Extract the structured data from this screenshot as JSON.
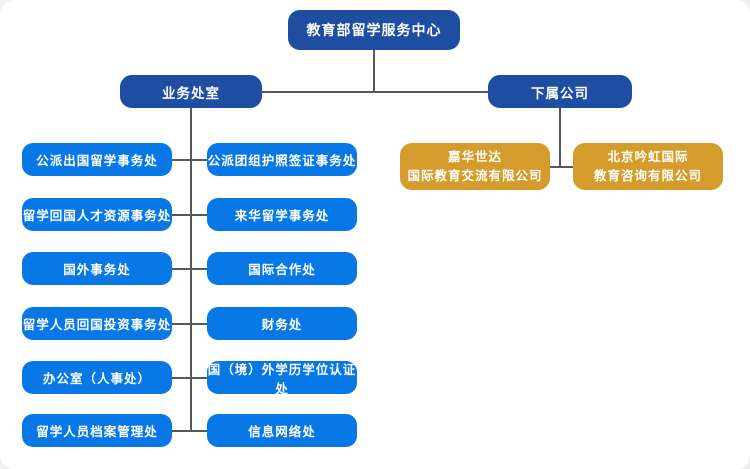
{
  "colors": {
    "dark_blue": "#1e4da2",
    "bright_blue": "#0878e6",
    "orange": "#d59b2b",
    "connector": "#55595e",
    "box_text": "#ffffff",
    "background": "#ffffff"
  },
  "org": {
    "root": "教育部留学服务中心",
    "branch_left": "业务处室",
    "branch_right": "下属公司",
    "offices_left": [
      "公派出国留学事务处",
      "留学回国人才资源事务处",
      "国外事务处",
      "留学人员回国投资事务处",
      "办公室（人事处）",
      "留学人员档案管理处"
    ],
    "offices_right": [
      "公派团组护照签证事务处",
      "来华留学事务处",
      "国际合作处",
      "财务处",
      "国（境）外学历学位认证处",
      "信息网络处"
    ],
    "companies": [
      {
        "line1": "嘉华世达",
        "line2": "国际教育交流有限公司"
      },
      {
        "line1": "北京吟虹国际",
        "line2": "教育咨询有限公司"
      }
    ]
  }
}
